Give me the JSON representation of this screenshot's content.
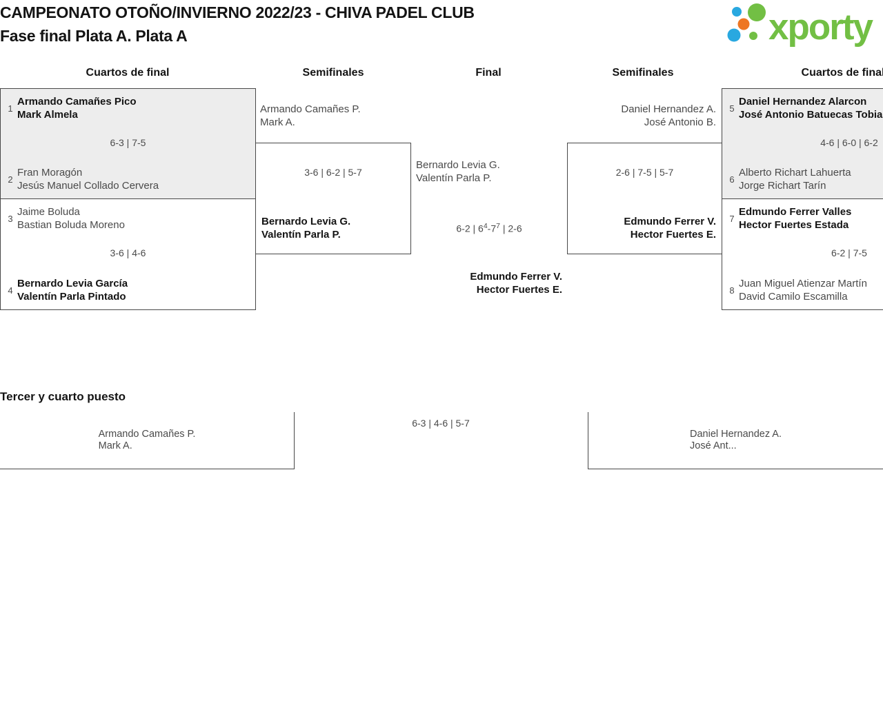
{
  "title": {
    "line1": "CAMPEONATO OTOÑO/INVIERNO 2022/23 - CHIVA PADEL CLUB",
    "line2": "Fase final Plata A. Plata A"
  },
  "logo": {
    "text": "xporty",
    "colors": {
      "green": "#72BF44",
      "blue": "#29A8E0",
      "orange": "#EE7623"
    }
  },
  "rounds": {
    "qf_left": "Cuartos de final",
    "sf_left": "Semifinales",
    "final": "Final",
    "sf_right": "Semifinales",
    "qf_right": "Cuartos de final"
  },
  "bracket": {
    "qf1": {
      "seed_top": "1",
      "top_line1": "Armando Camañes Pico",
      "top_line2": "Mark Almela",
      "score": "6-3 | 7-5",
      "seed_bottom": "2",
      "bottom_line1": "Fran Moragón",
      "bottom_line2": "Jesús Manuel Collado Cervera"
    },
    "qf2": {
      "seed_top": "3",
      "top_line1": "Jaime Boluda",
      "top_line2": "Bastian Boluda Moreno",
      "score": "3-6 | 4-6",
      "seed_bottom": "4",
      "bottom_line1": "Bernardo Levia García",
      "bottom_line2": "Valentín Parla Pintado"
    },
    "sf_left": {
      "team_top_line1": "Armando Camañes P.",
      "team_top_line2": "Mark A.",
      "score": "3-6 | 6-2 | 5-7",
      "winner_line1": "Bernardo Levia G.",
      "winner_line2": "Valentín Parla P."
    },
    "final": {
      "team_top_line1": "Bernardo Levia G.",
      "team_top_line2": "Valentín Parla P.",
      "score": {
        "p1": "6-2 | 6",
        "p2": "4",
        "p3": "-7",
        "p4": "7",
        "p5": " | 2-6"
      },
      "winner_line1": "Edmundo Ferrer V.",
      "winner_line2": "Hector Fuertes E."
    },
    "sf_right": {
      "team_top_line1": "Daniel Hernandez A.",
      "team_top_line2": "José Antonio B.",
      "score": "2-6 | 7-5 | 5-7",
      "winner_line1": "Edmundo Ferrer V.",
      "winner_line2": "Hector Fuertes E."
    },
    "qf3": {
      "seed_top": "5",
      "top_line1": "Daniel Hernandez Alarcon",
      "top_line2": "José Antonio Batuecas Tobia",
      "score": "4-6 | 6-0 | 6-2",
      "seed_bottom": "6",
      "bottom_line1": "Alberto Richart Lahuerta",
      "bottom_line2": "Jorge Richart Tarín"
    },
    "qf4": {
      "seed_top": "7",
      "top_line1": "Edmundo Ferrer Valles",
      "top_line2": "Hector Fuertes Estada",
      "score": "6-2 | 7-5",
      "seed_bottom": "8",
      "bottom_line1": "Juan Miguel Atienzar Martín",
      "bottom_line2": "David Camilo Escamilla"
    }
  },
  "third_place": {
    "heading": "Tercer y cuarto puesto",
    "left_line1": "Armando Camañes P.",
    "left_line2": "Mark A.",
    "score": "6-3 | 4-6 | 5-7",
    "right_line1": "Daniel Hernandez A.",
    "right_line2": "José Ant..."
  }
}
